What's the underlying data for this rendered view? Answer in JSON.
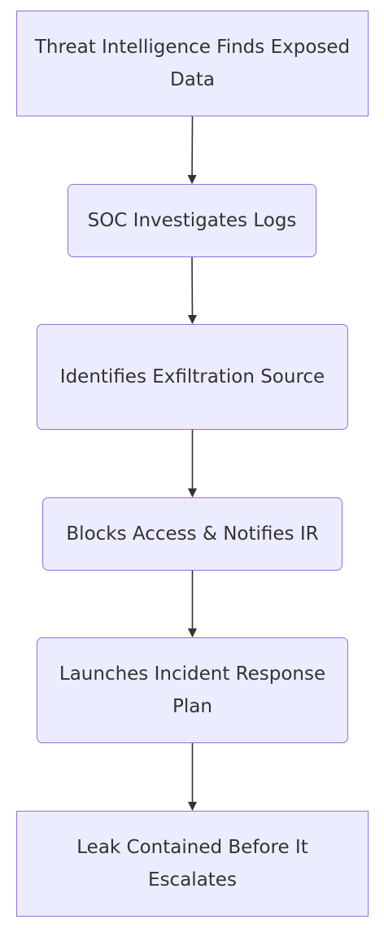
{
  "diagram": {
    "colors": {
      "node_fill": "#ECECFF",
      "node_border": "#9370DB",
      "text": "#333333",
      "edge": "#333333"
    },
    "nodes": [
      {
        "id": "n1",
        "label": "Threat Intelligence Finds Exposed Data",
        "shape": "rectangle"
      },
      {
        "id": "n2",
        "label": "SOC Investigates Logs",
        "shape": "rounded"
      },
      {
        "id": "n3",
        "label": "Identifies Exfiltration Source",
        "shape": "rounded"
      },
      {
        "id": "n4",
        "label": "Blocks Access & Notifies IR",
        "shape": "rounded"
      },
      {
        "id": "n5",
        "label": "Launches Incident Response Plan",
        "shape": "rounded"
      },
      {
        "id": "n6",
        "label": "Leak Contained Before It Escalates",
        "shape": "rectangle"
      }
    ],
    "edges": [
      {
        "from": "n1",
        "to": "n2"
      },
      {
        "from": "n2",
        "to": "n3"
      },
      {
        "from": "n3",
        "to": "n4"
      },
      {
        "from": "n4",
        "to": "n5"
      },
      {
        "from": "n5",
        "to": "n6"
      }
    ]
  }
}
